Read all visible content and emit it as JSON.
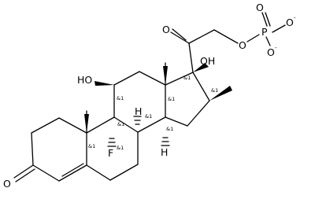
{
  "atoms": {
    "o_ketone": "O",
    "o_side": "O",
    "o_ester": "O",
    "p": "P",
    "o_p_top": "O",
    "o_p_right": "O",
    "o_p_bottom": "O",
    "oh_c17": "OH",
    "ho_c11": "HO",
    "f": "F",
    "o_ring_a": "O",
    "h_c8": "H",
    "h_c14": "H"
  },
  "charges": {
    "o_p_right": "-",
    "o_p_bottom": "-"
  },
  "stereo_tag": "&1"
}
